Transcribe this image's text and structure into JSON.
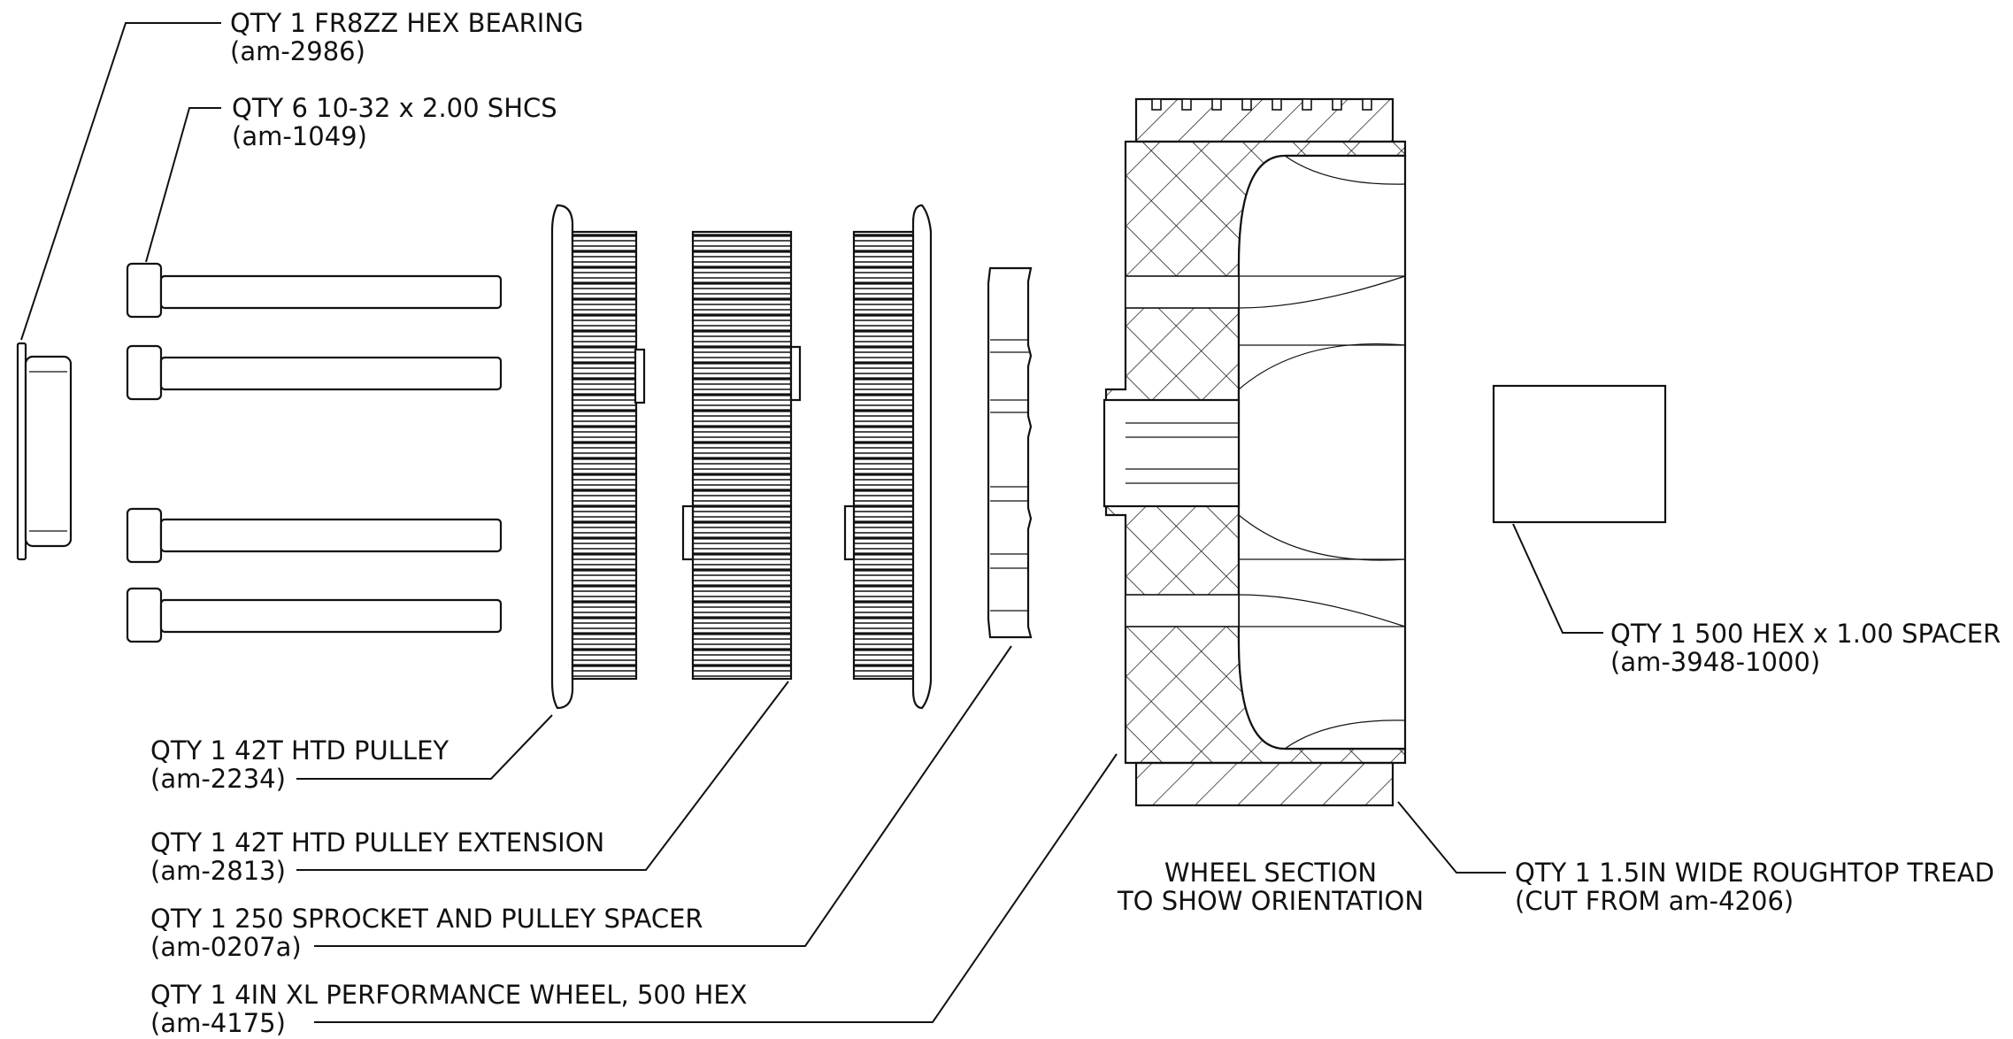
{
  "callouts": {
    "hex_bearing": {
      "line1": "QTY 1 FR8ZZ HEX BEARING",
      "line2": "(am-2986)"
    },
    "shcs": {
      "line1": "QTY 6 10-32 x 2.00 SHCS",
      "line2": "(am-1049)"
    },
    "pulley": {
      "line1": "QTY 1 42T HTD PULLEY",
      "line2": "(am-2234)"
    },
    "pulley_extension": {
      "line1": "QTY 1 42T HTD PULLEY EXTENSION",
      "line2": "(am-2813)"
    },
    "sprocket_spacer": {
      "line1": "QTY 1 250 SPROCKET AND PULLEY SPACER",
      "line2": "(am-0207a)"
    },
    "wheel": {
      "line1": "QTY 1 4IN XL PERFORMANCE WHEEL, 500 HEX",
      "line2": "(am-4175)"
    },
    "hex_spacer": {
      "line1": "QTY 1 500 HEX x 1.00 SPACER",
      "line2": "(am-3948-1000)"
    },
    "tread": {
      "line1": "QTY 1 1.5IN WIDE ROUGHTOP TREAD",
      "line2": "(CUT FROM am-4206)"
    }
  },
  "section_note": {
    "line1": "WHEEL SECTION",
    "line2": "TO SHOW ORIENTATION"
  }
}
